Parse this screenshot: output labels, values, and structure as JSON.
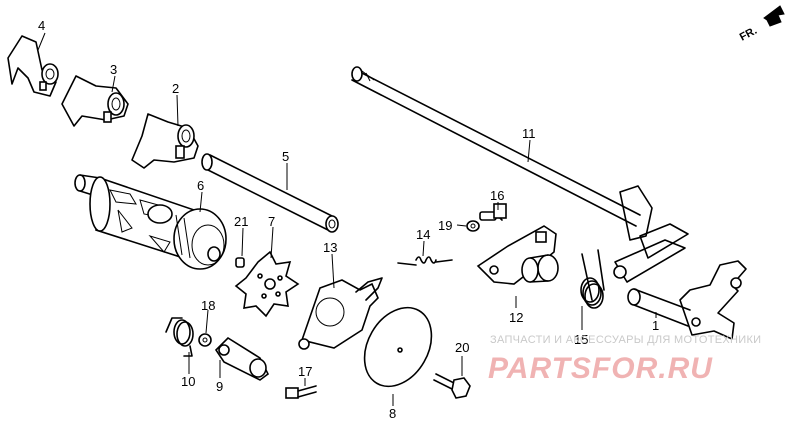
{
  "direction_label": "FR.",
  "callouts": [
    {
      "id": "label-1",
      "text": "1"
    },
    {
      "id": "label-2",
      "text": "2"
    },
    {
      "id": "label-3",
      "text": "3"
    },
    {
      "id": "label-4",
      "text": "4"
    },
    {
      "id": "label-5",
      "text": "5"
    },
    {
      "id": "label-6",
      "text": "6"
    },
    {
      "id": "label-7",
      "text": "7"
    },
    {
      "id": "label-8",
      "text": "8"
    },
    {
      "id": "label-9",
      "text": "9"
    },
    {
      "id": "label-10",
      "text": "10"
    },
    {
      "id": "label-11",
      "text": "11"
    },
    {
      "id": "label-12",
      "text": "12"
    },
    {
      "id": "label-13",
      "text": "13"
    },
    {
      "id": "label-14",
      "text": "14"
    },
    {
      "id": "label-15",
      "text": "15"
    },
    {
      "id": "label-16",
      "text": "16"
    },
    {
      "id": "label-17",
      "text": "17"
    },
    {
      "id": "label-18",
      "text": "18"
    },
    {
      "id": "label-19",
      "text": "19"
    },
    {
      "id": "label-20",
      "text": "20"
    },
    {
      "id": "label-21",
      "text": "21"
    }
  ],
  "watermark": {
    "tagline": "ЗАПЧАСТИ И АКСЕССУАРЫ ДЛЯ МОТОТЕХНИКИ",
    "brand": "PARTSFOR.RU"
  }
}
